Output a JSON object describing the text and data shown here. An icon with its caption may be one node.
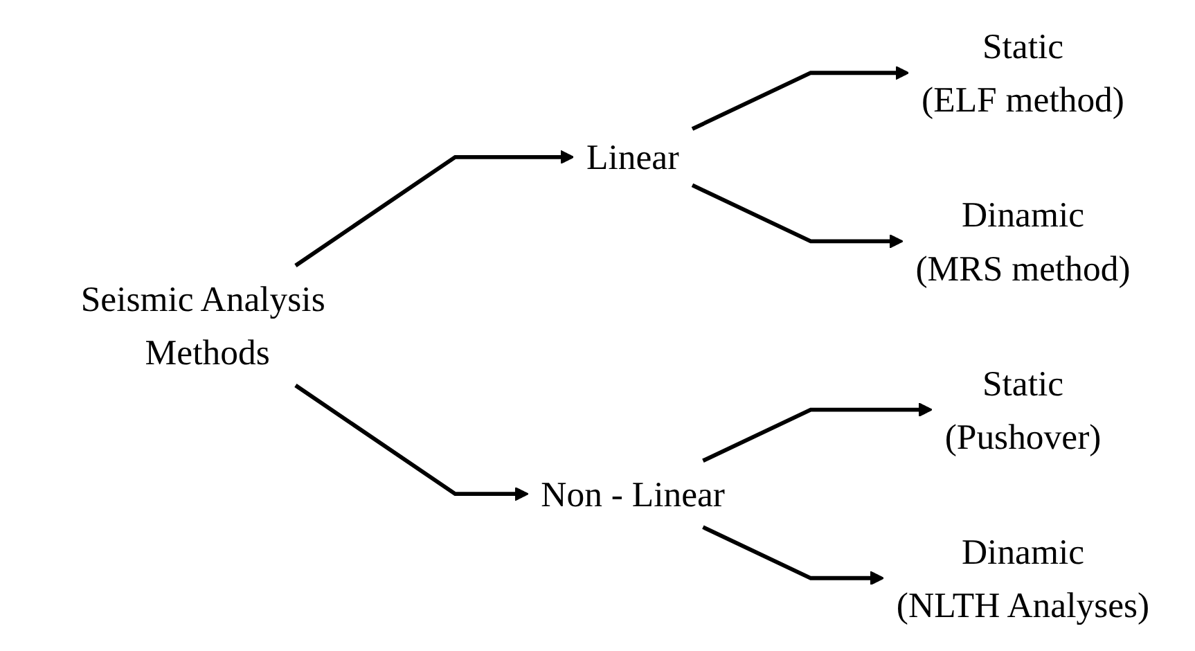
{
  "diagram": {
    "nodes": [
      {
        "text": [
          "Seismic Analysis Methods"
        ]
      },
      {
        "text": [
          "Linear"
        ]
      },
      {
        "text": [
          "Static",
          "(ELF method)"
        ]
      },
      {
        "text": [
          "Dinamic",
          "(MRS method)"
        ]
      },
      {
        "text": [
          "Non - Linear"
        ]
      },
      {
        "text": [
          "Static",
          "(Pushover)"
        ]
      },
      {
        "text": [
          "Dinamic",
          "(NLTH Analyses)"
        ]
      }
    ],
    "edges": [
      {
        "from": 0,
        "to": 1,
        "arrow": "to"
      },
      {
        "from": 0,
        "to": 4,
        "arrow": "to"
      },
      {
        "from": 1,
        "to": 2,
        "arrow": "to"
      },
      {
        "from": 1,
        "to": 3,
        "arrow": "to"
      },
      {
        "from": 4,
        "to": 5,
        "arrow": "to"
      },
      {
        "from": 4,
        "to": 6,
        "arrow": "to"
      }
    ]
  }
}
